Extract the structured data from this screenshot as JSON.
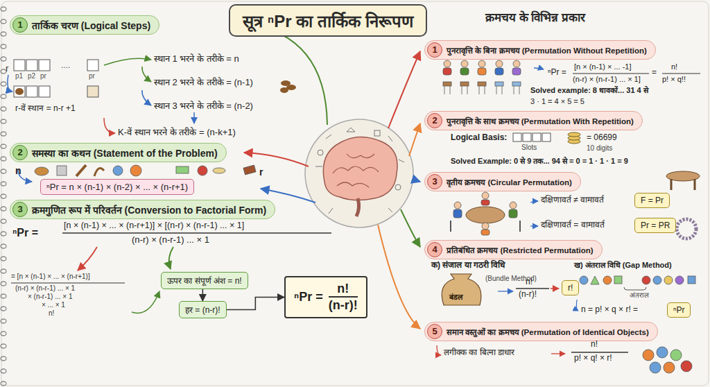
{
  "diagram": {
    "title": "सूत्र ⁿPr का तार्किक निरूपण",
    "nodes": [
      {
        "text": [
          "1",
          "तार्किक चरण (Logical Steps)"
        ]
      },
      {
        "text": [
          "2",
          "समस्या का कथन (Statement of the Problem)"
        ]
      },
      {
        "text": [
          "ⁿPr = n × (n-1) × (n-2) × ... × (n-r+1)"
        ]
      },
      {
        "text": [
          "3",
          "क्रमगुणित रूप में परिवर्तन (Conversion to Factorial Form)"
        ]
      },
      {
        "text": [
          "ऊपर का संपूर्ण अंश = n!"
        ]
      },
      {
        "text": [
          "हर = (n-r)!"
        ]
      },
      {
        "text": [
          "ⁿPr =",
          "n!",
          "(n-r)!"
        ]
      },
      {
        "text": [
          "1",
          "पुनरावृत्ति के बिना क्रमचय (Permutation Without Repetition)"
        ]
      },
      {
        "text": [
          "2",
          "पुनरावृत्ति के साथ क्रमचय (Permutation With Repetition)"
        ]
      },
      {
        "text": [
          "3",
          "वृतीय क्रमचय (Circular Permutation)"
        ]
      },
      {
        "text": [
          "F = Pr"
        ]
      },
      {
        "text": [
          "Pr = PR"
        ]
      },
      {
        "text": [
          "4",
          "प्रतिबंधित क्रमचय (Restricted Permutation)"
        ]
      },
      {
        "text": [
          "r!"
        ]
      },
      {
        "text": [
          "ⁿPr"
        ]
      },
      {
        "text": [
          "5",
          "समान वस्तुओं का क्रमचय (Permutation of Identical Objects)"
        ]
      }
    ],
    "edges": [
      {
        "from": 4,
        "to": 5,
        "arrow": "to"
      },
      {
        "from": 5,
        "to": 6,
        "arrow": "to"
      }
    ],
    "labels": [
      "r",
      "p1",
      "p2",
      "pr",
      "....",
      "pr",
      "r-वें स्थान = n-r +1",
      "स्थान 1 भरने के तरीके = n",
      "स्थान 2 भरने के तरीके = (n-1)",
      "स्थान 3 भरने के तरीके = (n-2)",
      "K-वें स्थान भरने के तरीके = (n-k+1)",
      "n",
      "r",
      "ⁿPr =",
      "[n × (n-1) × ... × (n-r+1)] × [(n-r) × (n-r-1) ... × 1]",
      "(n-r) × (n-r-1) ... × 1",
      "= [n × (n-1) × ... × (n-r+1)]",
      "(n-r) × (n-r-1) ... × 1",
      "× (n-r-1) ... × 1",
      "× ... × 1",
      "n!",
      "क्रमचय के विभिन्न प्रकार",
      "ⁿPr =",
      "[n × (n-1) × ... -1]",
      "(n-r) × (n-r-1) ... × 1]",
      "=",
      "n!",
      "p! × q!!",
      "Solved example: 8 धावकों... 31 4 से",
      "3 · 1 = 4 × 5 = 5",
      "Logical Basis:",
      "Slots",
      "= 06699",
      "10 digits",
      "Solved Example: 0 से 9 तक... 94 से = 0 = 1 · 1 · 1 = 9",
      "दक्षिणावर्त ≠ वामावर्त",
      "दक्षिणावर्त = वामावर्त",
      "क) संजाल या गठरी विधि",
      "(Bundle Method)",
      "बंडल",
      "n!",
      "(n-r)!",
      "ख) अंतराल विधि (Gap Method)",
      "अंतराल",
      "n = p! × q × r! =",
      "लगीक्क का बित्ना डाधार",
      "n!",
      "p! × q! × r!"
    ]
  }
}
